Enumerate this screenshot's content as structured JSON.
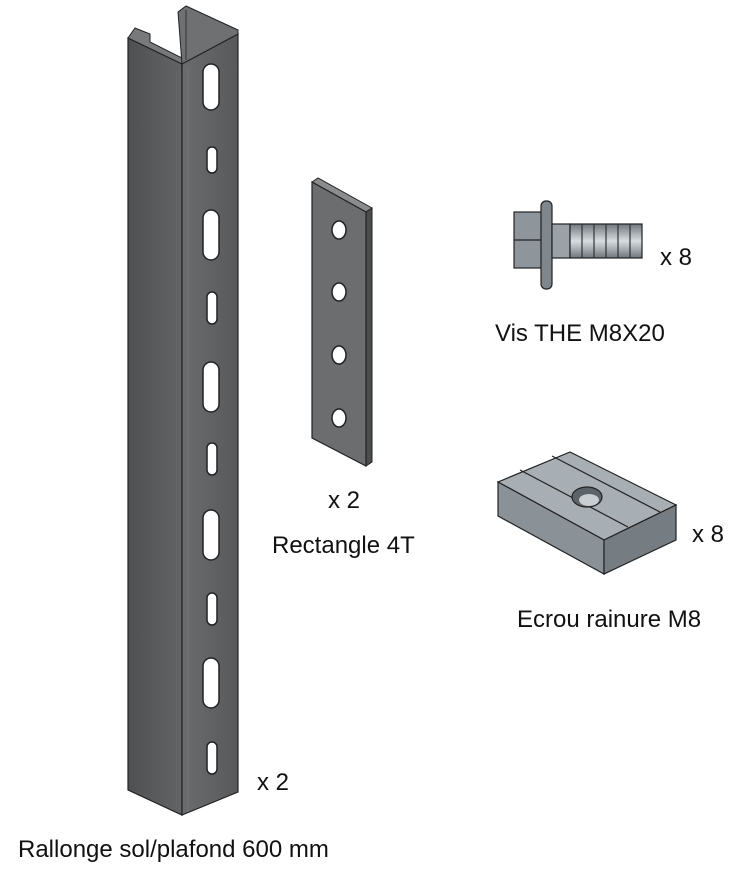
{
  "parts": [
    {
      "name": "Rallonge sol/plafond 600 mm",
      "quantity": "x 2"
    },
    {
      "name": "Rectangle 4T",
      "quantity": "x 2"
    },
    {
      "name": "Vis THE M8X20",
      "quantity": "x 8"
    },
    {
      "name": "Ecrou rainure M8",
      "quantity": "x 8"
    }
  ],
  "colors": {
    "post": "#5a5c5e",
    "plate": "#6b6d6f",
    "bolt": "#8e959b",
    "nut": "#9aa1a7"
  }
}
